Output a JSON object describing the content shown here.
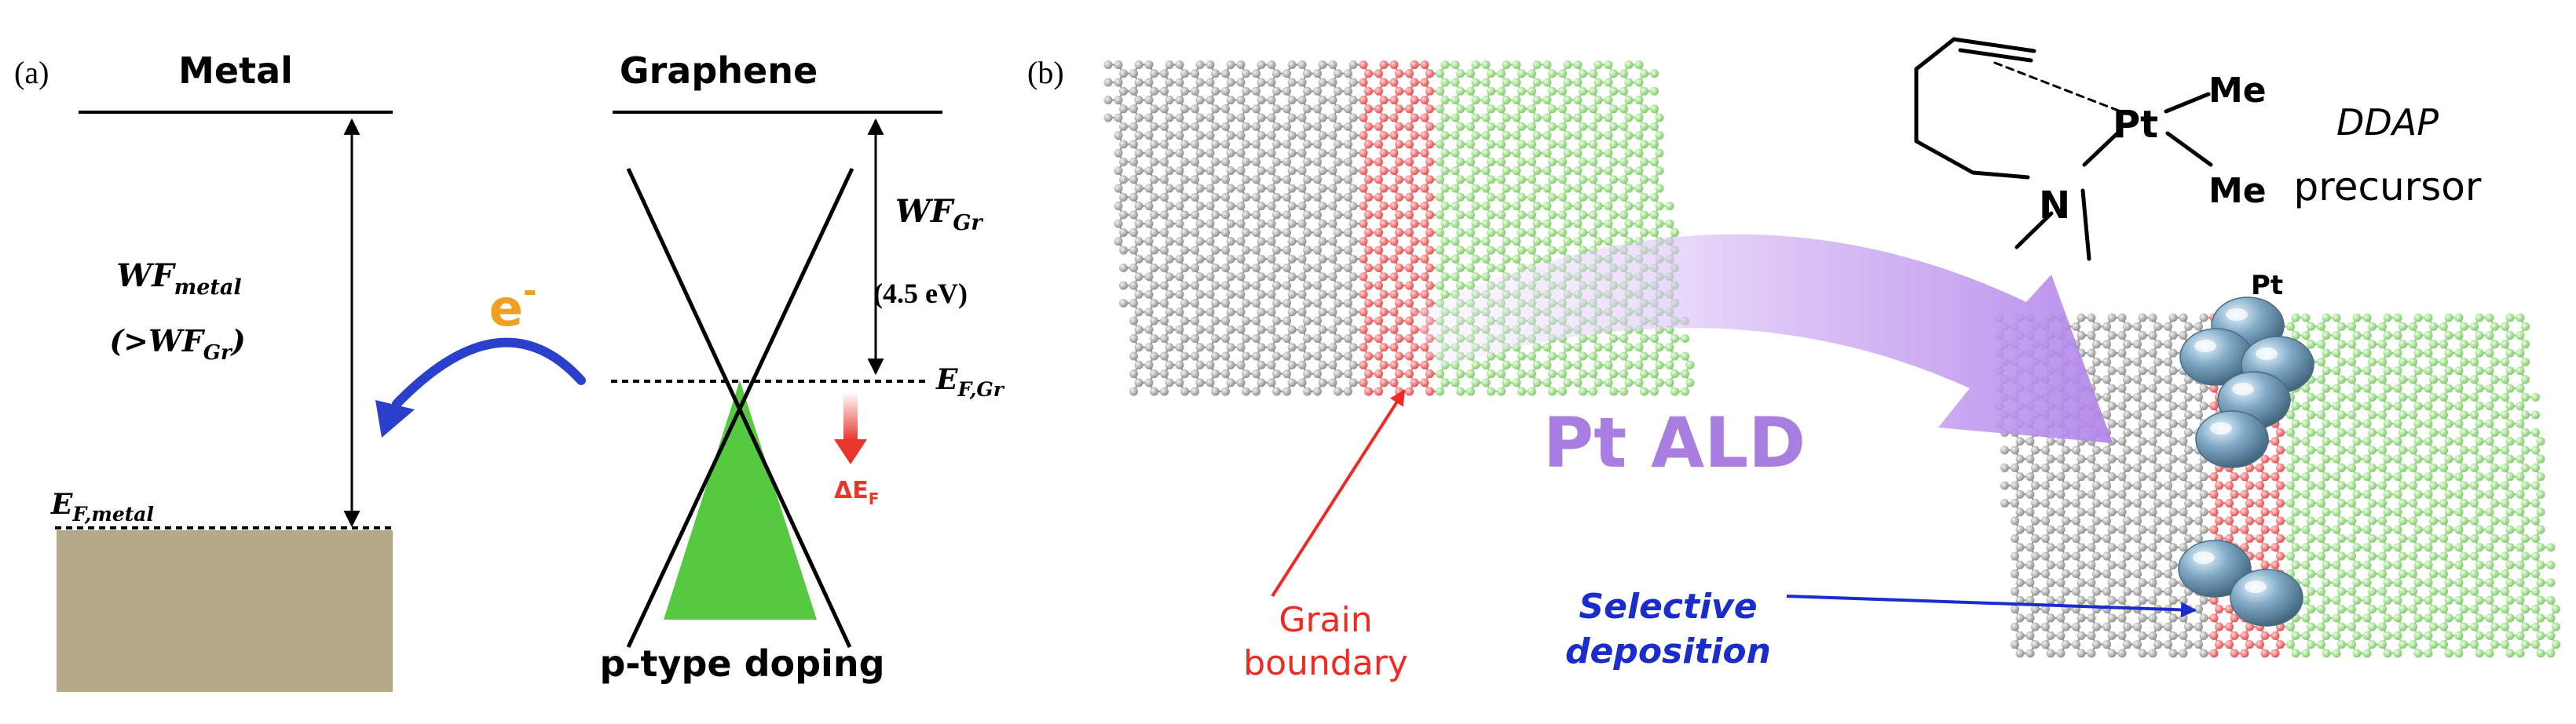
{
  "panel_a": {
    "label": "(a)",
    "metal_title": "Metal",
    "graphene_title": "Graphene",
    "wf_metal_main": "WF",
    "wf_metal_sub": "metal",
    "wf_metal_cmp_open": "(>",
    "wf_metal_cmp_main": "WF",
    "wf_metal_cmp_sub": "Gr",
    "wf_metal_cmp_close": ")",
    "electron_main": "e",
    "electron_sup": "-",
    "wf_gr_main": "WF",
    "wf_gr_sub": "Gr",
    "wf_gr_value": "(4.5 eV)",
    "ef_gr_main": "E",
    "ef_gr_sub": "F,Gr",
    "delta_ef_main": "ΔE",
    "delta_ef_sub": "F",
    "ef_metal_main": "E",
    "ef_metal_sub": "F,metal",
    "doping_caption": "p-type doping"
  },
  "panel_b": {
    "label": "(b)",
    "pt_label": "Pt",
    "precursor_me_top": "Me",
    "precursor_pt": "Pt",
    "precursor_me_bottom": "Me",
    "precursor_n": "N",
    "precursor_name": "DDAP",
    "precursor_word": "precursor",
    "process_label": "Pt ALD",
    "grain_boundary_line1": "Grain",
    "grain_boundary_line2": "boundary",
    "selective_line1": "Selective",
    "selective_line2": "deposition"
  },
  "colors": {
    "metal_fill": "#b5a98a",
    "valence_fill": "#55c940",
    "electron_label": "#f0a020",
    "electron_arrow": "#2a3fcc",
    "delta_arrow": "#e8362a",
    "carbon_atom": "#a8a8a8",
    "grain_atom": "#f06060",
    "green_atom": "#8fd47a",
    "ald_arrow": "#b88ce8",
    "ald_text": "#a87ee0",
    "grain_label": "#ee2a22",
    "selective_label": "#1a2ccc",
    "pt_particle": "#6f99b4"
  }
}
